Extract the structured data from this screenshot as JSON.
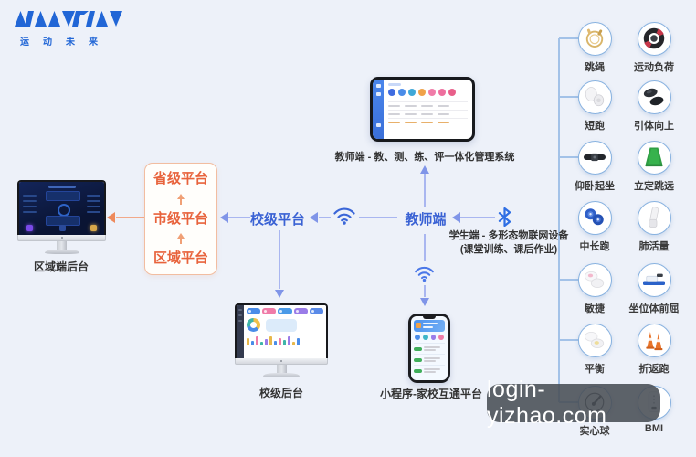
{
  "logo": {
    "tagline": "运动未来"
  },
  "nodes": {
    "regional_backend": {
      "label": "区域端后台"
    },
    "platform_box": {
      "levels": [
        "省级平台",
        "市级平台",
        "区域平台"
      ]
    },
    "school_platform": {
      "label": "校级平台"
    },
    "teacher_node": {
      "label": "教师端"
    },
    "tablet_caption": "教师端 - 教、测、练、评一体化管理系统",
    "school_backend": {
      "label": "校级后台"
    },
    "phone_caption": "小程序-家校互通平台",
    "student_node": {
      "line1": "学生端 - 多形态物联网设备",
      "line2": "(课堂训练、课后作业)"
    }
  },
  "devices": [
    {
      "label": "跳绳",
      "icon": "jump-rope"
    },
    {
      "label": "运动负荷",
      "icon": "exercise-load-watch"
    },
    {
      "label": "短跑",
      "icon": "sprint-sensor"
    },
    {
      "label": "引体向上",
      "icon": "pull-up-sensor"
    },
    {
      "label": "仰卧起坐",
      "icon": "sit-up-belt"
    },
    {
      "label": "立定跳远",
      "icon": "long-jump-mat"
    },
    {
      "label": "中长跑",
      "icon": "distance-run-sensor"
    },
    {
      "label": "肺活量",
      "icon": "lung-capacity"
    },
    {
      "label": "敏捷",
      "icon": "agility-pods"
    },
    {
      "label": "坐位体前屈",
      "icon": "sit-reach-ruler"
    },
    {
      "label": "平衡",
      "icon": "balance-pods"
    },
    {
      "label": "折返跑",
      "icon": "shuttle-run-cones"
    },
    {
      "label": "实心球",
      "icon": "solid-ball"
    },
    {
      "label": "BMI",
      "icon": "bmi-device"
    }
  ],
  "icons": [
    "wifi-icon",
    "bluetooth-icon"
  ],
  "watermark": {
    "text": "login-yizhao.com"
  },
  "colors": {
    "background": "#edf1f9",
    "accent_blue": "#3a62d4",
    "accent_orange": "#e8633c",
    "line_blue": "#a9b6f0",
    "line_light_blue": "#a3c2e8",
    "circle_border": "#88b2e0"
  }
}
